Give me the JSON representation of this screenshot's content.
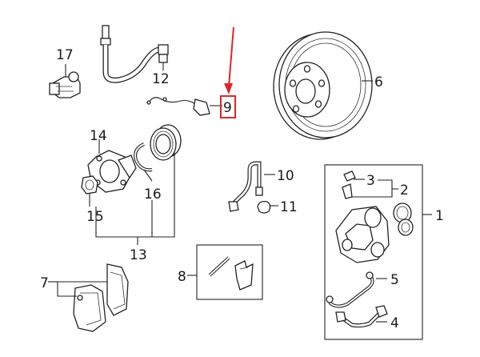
{
  "diagram": {
    "highlight_color": "#e0252a",
    "line_color": "#222222",
    "callouts": {
      "c1": "1",
      "c2": "2",
      "c3": "3",
      "c4": "4",
      "c5": "5",
      "c6": "6",
      "c7": "7",
      "c8": "8",
      "c9": "9",
      "c10": "10",
      "c11": "11",
      "c12": "12",
      "c13": "13",
      "c14": "14",
      "c15": "15",
      "c16": "16",
      "c17": "17"
    },
    "highlighted_part": "9"
  }
}
